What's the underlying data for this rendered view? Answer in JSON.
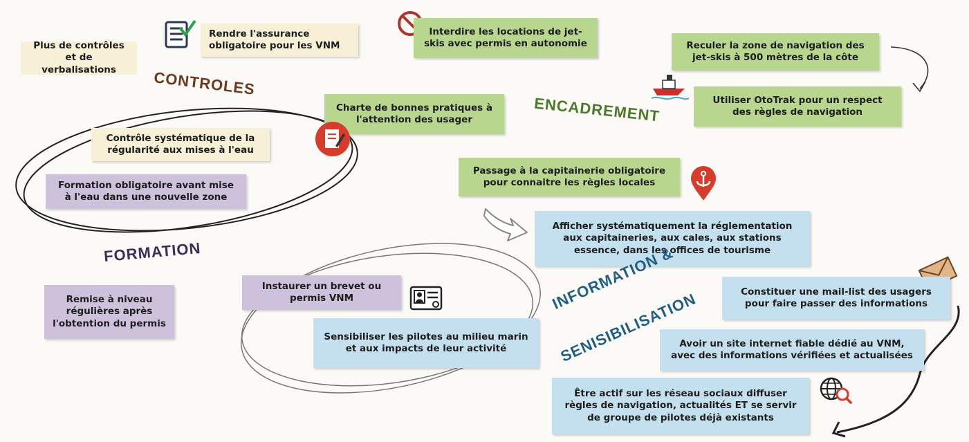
{
  "colors": {
    "green": "#b9d68e",
    "purple": "#cdc1dc",
    "blue": "#c4e0ef",
    "cream": "#f7efd6",
    "title_brown": "#6b3a1e",
    "title_green": "#4c7a2c",
    "title_purple": "#3b2e5a",
    "title_blue": "#1f5f86"
  },
  "controles": {
    "title": "CONTROLES",
    "verbalisation": "Plus de contrôles et de verbalisations",
    "assurance": "Rendre l'assurance obligatoire pour les VNM",
    "controle_mise_eau": "Contrôle systématique de la régularité aux mises à l'eau"
  },
  "formation": {
    "title": "FORMATION",
    "formation_obligatoire": "Formation obligatoire avant mise à l'eau dans une nouvelle zone",
    "remise_niveau": "Remise à niveau régulières après l'obtention du permis",
    "brevet": "Instaurer un brevet ou permis VNM"
  },
  "encadrement": {
    "title": "ENCADREMENT",
    "jetski_location": "Interdire les locations de jet-skis avec permis en autonomie",
    "zone_navigation": "Reculer la zone de navigation des jet-skis à 500 mètres de la côte",
    "ototrak": "Utiliser OtoTrak pour un respect des règles de navigation",
    "charte": "Charte de bonnes pratiques à l'attention des usager",
    "capitainerie": "Passage à la capitainerie obligatoire pour connaitre les règles locales"
  },
  "information": {
    "title_line1": "INFORMATION &",
    "title_line2": "SENISIBILISATION",
    "reglementation": "Afficher systématiquement la réglementation aux capitaineries, aux cales, aux stations essence, dans les offices de tourisme",
    "sensibiliser": "Sensibiliser les pilotes au milieu marin et aux impacts de leur activité",
    "mail_list": "Constituer une mail-list des usagers pour faire passer des informations",
    "site_internet": "Avoir un site internet fiable dédié au VNM, avec des informations vérifiées et actualisées",
    "reseaux_sociaux": "Être actif sur les réseau sociaux diffuser règles de navigation, actualités ET se servir de groupe de pilotes déjà existants"
  },
  "icons": [
    "checklist-icon",
    "no-entry-icon",
    "notebook-icon",
    "boat-icon",
    "anchor-pin-icon",
    "arrow-icon",
    "id-card-icon",
    "envelope-icon",
    "web-search-icon"
  ]
}
